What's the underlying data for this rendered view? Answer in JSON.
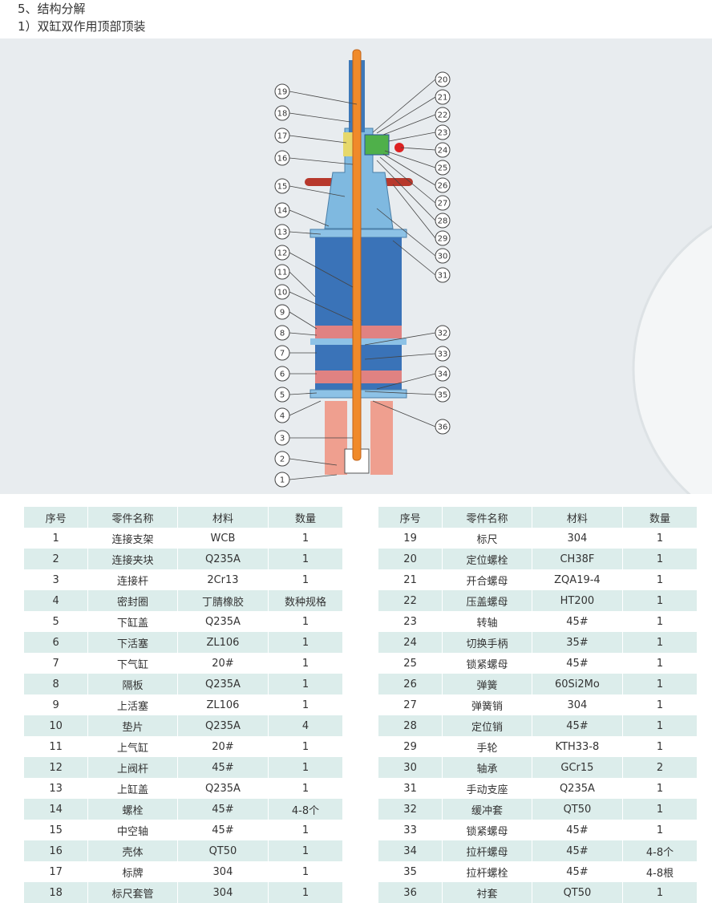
{
  "heading": "5、结构分解",
  "subheading": "1）双缸双作用顶部顶装",
  "diagram": {
    "left_callouts": [
      "19",
      "18",
      "17",
      "16",
      "15",
      "14",
      "13",
      "12",
      "11",
      "10",
      "9",
      "8",
      "7",
      "6",
      "5",
      "4",
      "3",
      "2",
      "1"
    ],
    "right_callouts": [
      "20",
      "21",
      "22",
      "23",
      "24",
      "25",
      "26",
      "27",
      "28",
      "29",
      "30",
      "31",
      "32",
      "33",
      "34",
      "35",
      "36"
    ]
  },
  "table": {
    "headers": [
      "序号",
      "零件名称",
      "材料",
      "数量"
    ],
    "left_rows": [
      [
        "1",
        "连接支架",
        "WCB",
        "1"
      ],
      [
        "2",
        "连接夹块",
        "Q235A",
        "1"
      ],
      [
        "3",
        "连接杆",
        "2Cr13",
        "1"
      ],
      [
        "4",
        "密封圈",
        "丁腈橡胶",
        "数种规格"
      ],
      [
        "5",
        "下缸盖",
        "Q235A",
        "1"
      ],
      [
        "6",
        "下活塞",
        "ZL106",
        "1"
      ],
      [
        "7",
        "下气缸",
        "20#",
        "1"
      ],
      [
        "8",
        "隔板",
        "Q235A",
        "1"
      ],
      [
        "9",
        "上活塞",
        "ZL106",
        "1"
      ],
      [
        "10",
        "垫片",
        "Q235A",
        "4"
      ],
      [
        "11",
        "上气缸",
        "20#",
        "1"
      ],
      [
        "12",
        "上阀杆",
        "45#",
        "1"
      ],
      [
        "13",
        "上缸盖",
        "Q235A",
        "1"
      ],
      [
        "14",
        "螺栓",
        "45#",
        "4-8个"
      ],
      [
        "15",
        "中空轴",
        "45#",
        "1"
      ],
      [
        "16",
        "壳体",
        "QT50",
        "1"
      ],
      [
        "17",
        "标牌",
        "304",
        "1"
      ],
      [
        "18",
        "标尺套管",
        "304",
        "1"
      ]
    ],
    "right_rows": [
      [
        "19",
        "标尺",
        "304",
        "1"
      ],
      [
        "20",
        "定位螺栓",
        "CH38F",
        "1"
      ],
      [
        "21",
        "开合螺母",
        "ZQA19-4",
        "1"
      ],
      [
        "22",
        "压盖螺母",
        "HT200",
        "1"
      ],
      [
        "23",
        "转轴",
        "45#",
        "1"
      ],
      [
        "24",
        "切换手柄",
        "35#",
        "1"
      ],
      [
        "25",
        "锁紧螺母",
        "45#",
        "1"
      ],
      [
        "26",
        "弹簧",
        "60Si2Mo",
        "1"
      ],
      [
        "27",
        "弹簧销",
        "304",
        "1"
      ],
      [
        "28",
        "定位销",
        "45#",
        "1"
      ],
      [
        "29",
        "手轮",
        "KTH33-8",
        "1"
      ],
      [
        "30",
        "轴承",
        "GCr15",
        "2"
      ],
      [
        "31",
        "手动支座",
        "Q235A",
        "1"
      ],
      [
        "32",
        "缓冲套",
        "QT50",
        "1"
      ],
      [
        "33",
        "锁紧螺母",
        "45#",
        "1"
      ],
      [
        "34",
        "拉杆螺母",
        "45#",
        "4-8个"
      ],
      [
        "35",
        "拉杆螺栓",
        "45#",
        "4-8根"
      ],
      [
        "36",
        "衬套",
        "QT50",
        "1"
      ]
    ]
  }
}
